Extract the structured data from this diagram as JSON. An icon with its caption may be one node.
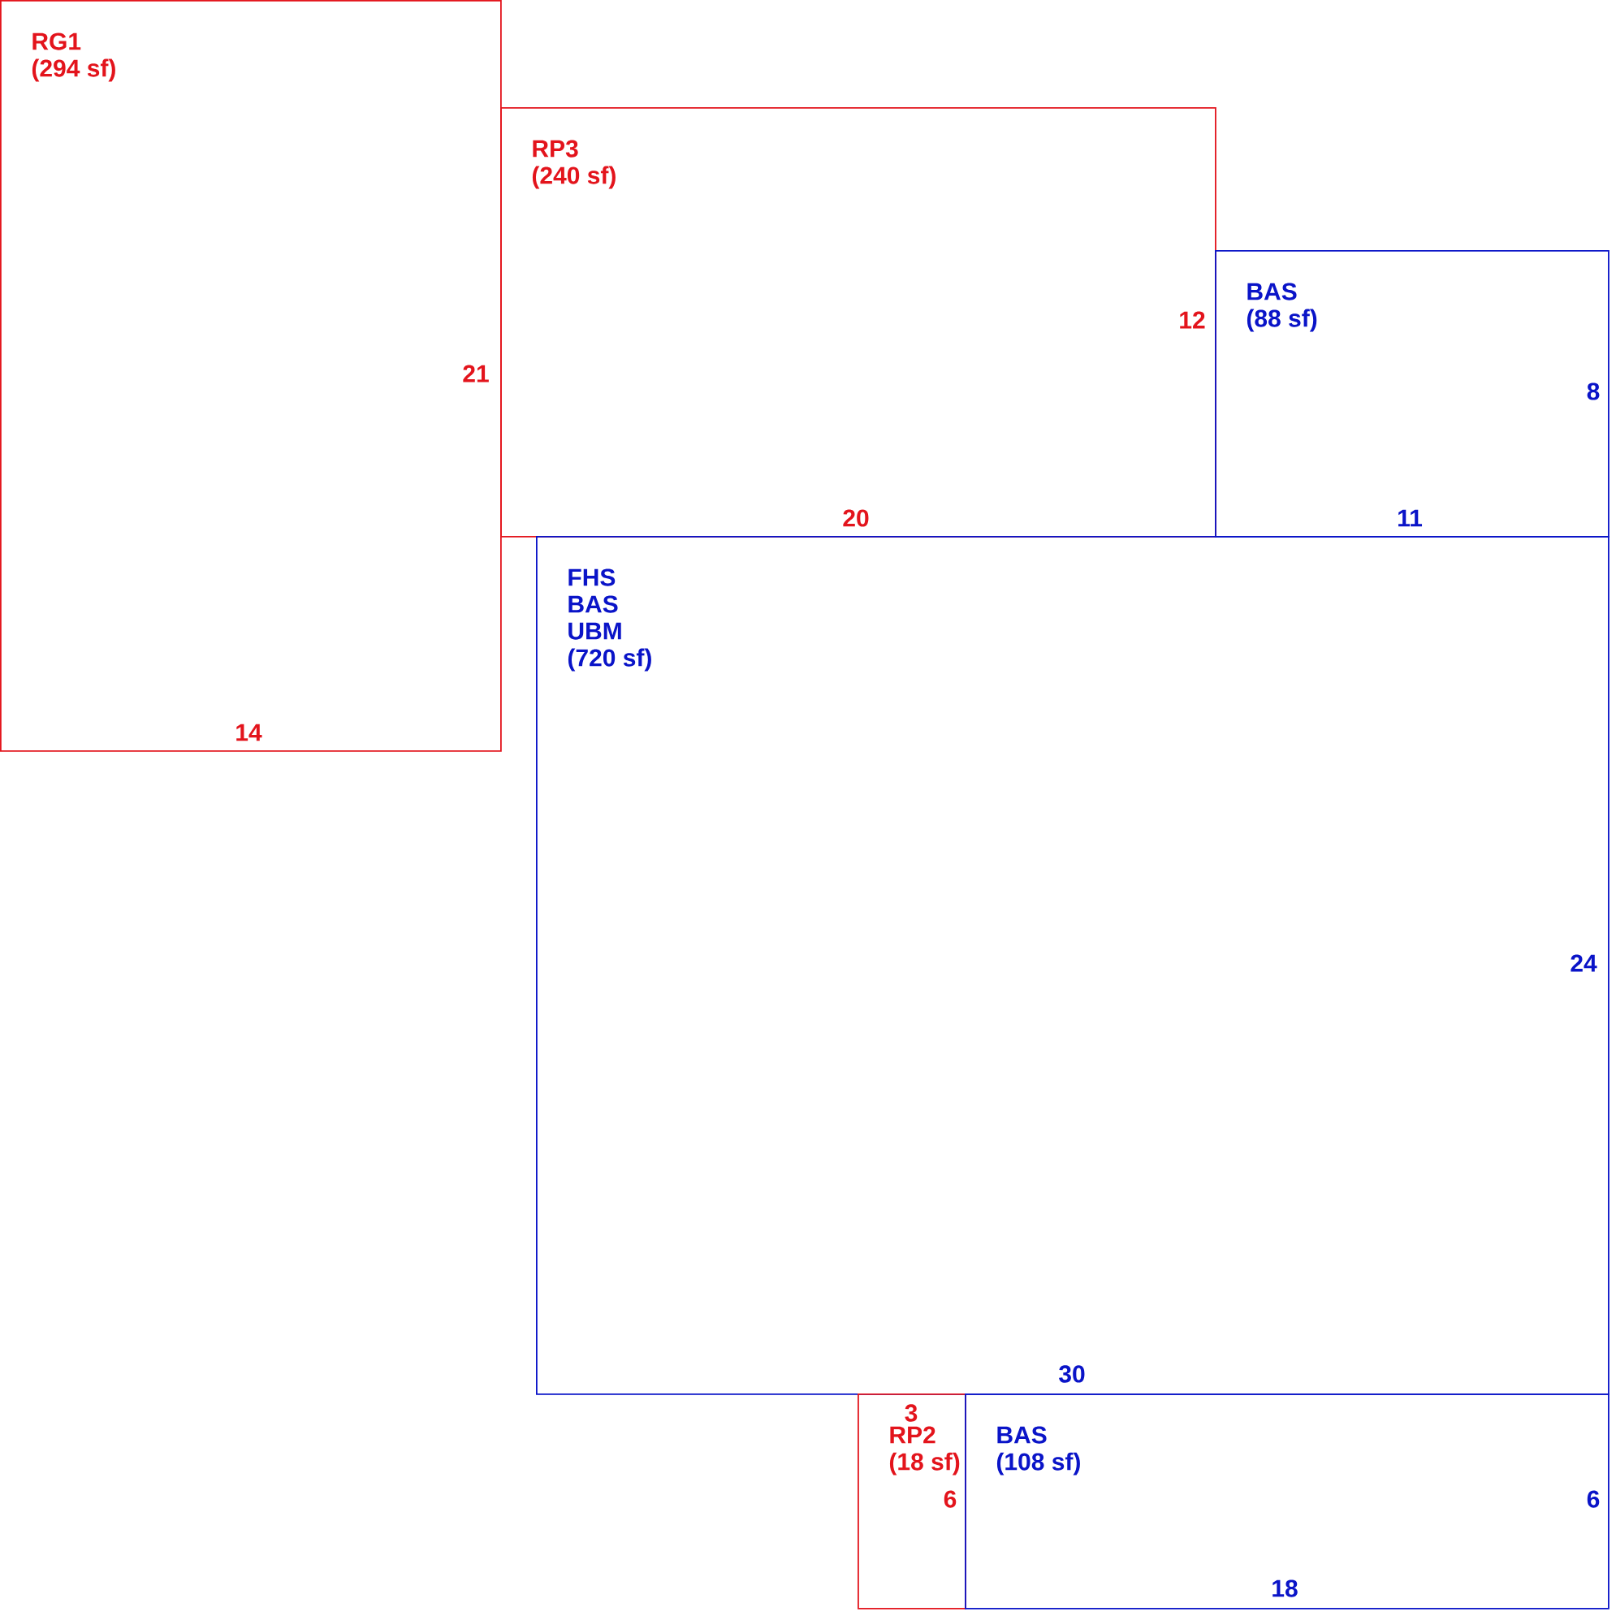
{
  "diagram": {
    "nodes": [
      {
        "text": [
          "RG1",
          "(294 sf)"
        ]
      },
      {
        "text": [
          "RP3",
          "(240 sf)"
        ]
      },
      {
        "text": [
          "BAS",
          "(88 sf)"
        ]
      },
      {
        "text": [
          "FHS",
          "BAS",
          "UBM",
          "(720 sf)"
        ]
      },
      {
        "text": [
          "RP2",
          "(18 sf)"
        ]
      },
      {
        "text": [
          "BAS",
          "(108 sf)"
        ]
      }
    ],
    "labels": [
      "12",
      "21",
      "8",
      "20",
      "11",
      "14",
      "24",
      "30",
      "3",
      "6",
      "6",
      "18"
    ]
  }
}
